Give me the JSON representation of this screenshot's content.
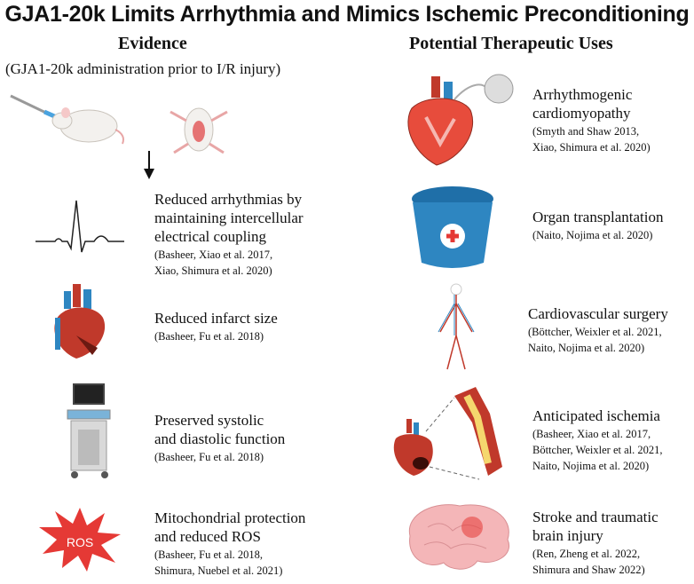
{
  "title": "GJA1-20k Limits Arrhythmia and Mimics Ischemic Preconditioning",
  "evidence": {
    "heading": "Evidence",
    "subheading": "(GJA1-20k administration prior to I/R injury)",
    "items": [
      {
        "lines": [
          "Reduced arrhythmias by",
          "maintaining intercellular",
          "electrical coupling"
        ],
        "refs": [
          "(Basheer, Xiao et al. 2017,",
          "Xiao, Shimura et al. 2020)"
        ]
      },
      {
        "lines": [
          "Reduced infarct size"
        ],
        "refs": [
          "(Basheer, Fu et al. 2018)"
        ]
      },
      {
        "lines": [
          "Preserved systolic",
          "and diastolic function"
        ],
        "refs": [
          "(Basheer, Fu et al. 2018)"
        ]
      },
      {
        "lines": [
          "Mitochondrial protection",
          "and reduced ROS"
        ],
        "refs": [
          "(Basheer, Fu et al. 2018,",
          "Shimura, Nuebel et al. 2021)"
        ]
      }
    ],
    "ros_label": "ROS"
  },
  "uses": {
    "heading": "Potential Therapeutic Uses",
    "items": [
      {
        "lines": [
          "Arrhythmogenic",
          "cardiomyopathy"
        ],
        "refs": [
          "(Smyth and Shaw 2013,",
          "Xiao, Shimura et al. 2020)"
        ]
      },
      {
        "lines": [
          "Organ transplantation"
        ],
        "refs": [
          "(Naito, Nojima et al. 2020)"
        ]
      },
      {
        "lines": [
          "Cardiovascular surgery"
        ],
        "refs": [
          "(Böttcher, Weixler et al. 2021,",
          "Naito, Nojima et al. 2020)"
        ]
      },
      {
        "lines": [
          "Anticipated ischemia"
        ],
        "refs": [
          "(Basheer, Xiao et al. 2017,",
          "Böttcher, Weixler et al. 2021,",
          "Naito, Nojima et al. 2020)"
        ]
      },
      {
        "lines": [
          "Stroke and traumatic",
          "brain injury"
        ],
        "refs": [
          "(Ren, Zheng et al. 2022,",
          "Shimura and Shaw 2022)"
        ]
      }
    ]
  },
  "colors": {
    "heart_red": "#c0392b",
    "vessel_blue": "#2e86c1",
    "cooler_blue": "#1f6fa8",
    "ros_red": "#e53935",
    "brain_pink": "#f4b6b8"
  }
}
